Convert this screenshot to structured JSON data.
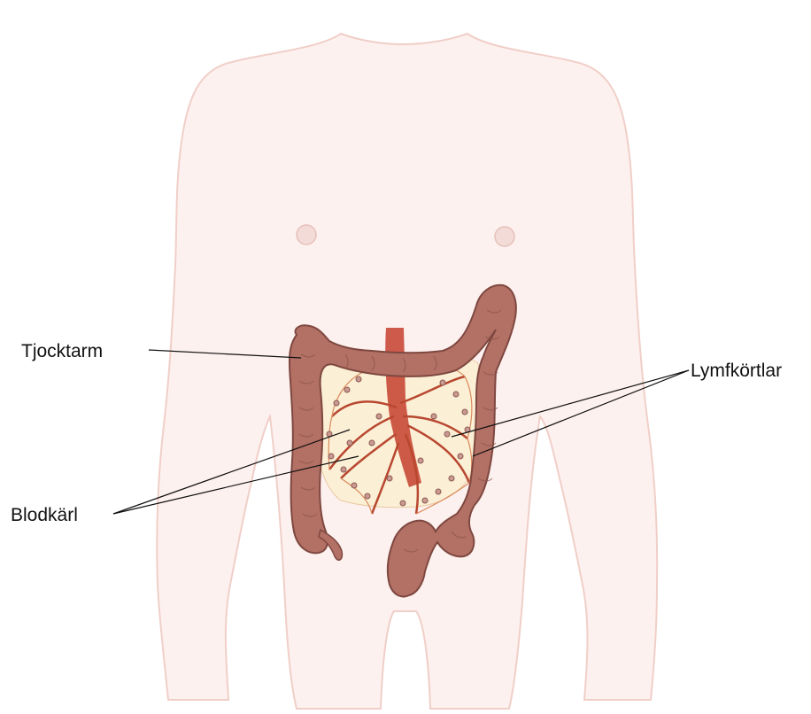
{
  "labels": {
    "colon": "Tjocktarm",
    "lymph_nodes": "Lymfkörtlar",
    "blood_vessels": "Blodkärl"
  },
  "colors": {
    "body_fill": "#fdf1ef",
    "body_outline": "#f0cfc8",
    "colon_fill": "#b37065",
    "colon_outline": "#7e4840",
    "mesentery_fill": "#fbefd6",
    "artery": "#c4402e",
    "vessel": "#b8472f",
    "node": "#a9706a",
    "leader_line": "#111111"
  }
}
